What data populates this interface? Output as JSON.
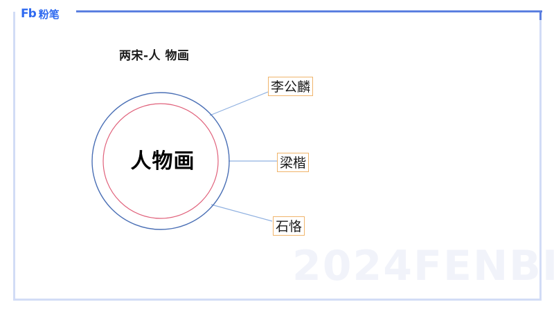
{
  "brand": {
    "logo_mark": "Fb",
    "logo_text": "粉笔",
    "accent_color": "#2f6af0"
  },
  "slide": {
    "subtitle": "两宋-人 物画",
    "watermark": "2024FENBI"
  },
  "diagram": {
    "center": "人物画",
    "outer_circle_color": "#4a6fb5",
    "inner_circle_color": "#e0607a",
    "connector_color": "#8fb0e0",
    "node_border_color": "#f0b46a",
    "nodes": [
      {
        "label": "李公麟"
      },
      {
        "label": "梁楷"
      },
      {
        "label": "石恪"
      }
    ]
  }
}
